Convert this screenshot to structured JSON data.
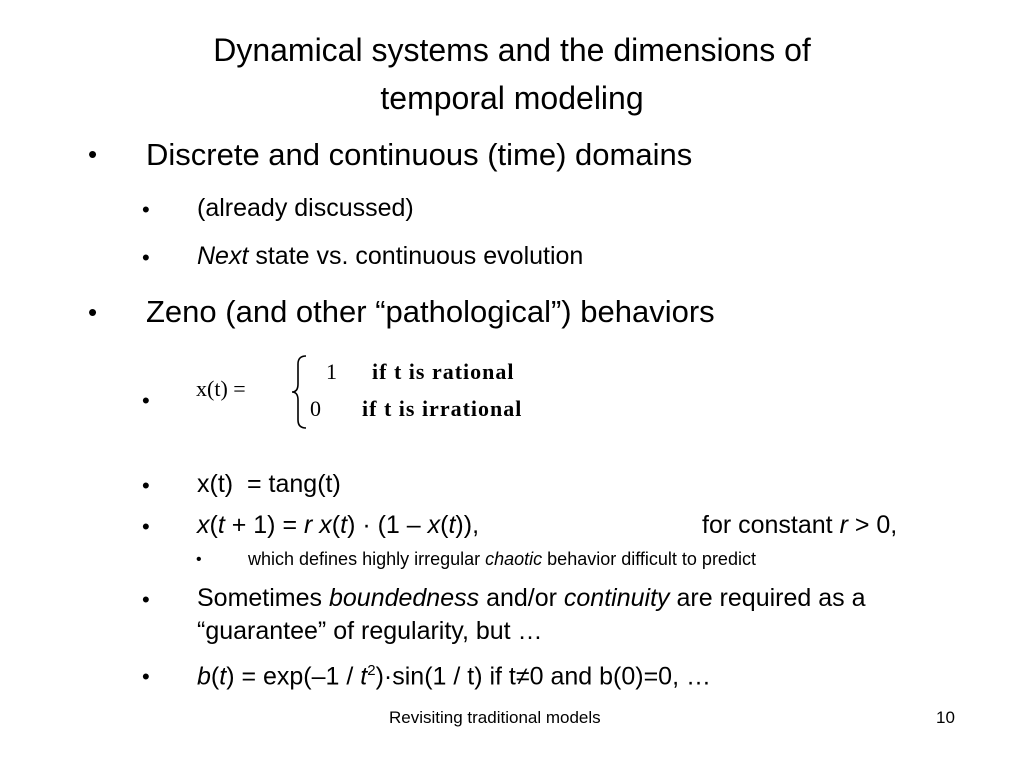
{
  "slide": {
    "title_line1": "Dynamical systems and the dimensions of",
    "title_line2": "temporal modeling",
    "bullet_char": "•",
    "level1": [
      "Discrete and continuous (time) domains",
      "Zeno (and other “pathological”) behaviors"
    ],
    "sub1": {
      "item1": "(already discussed)",
      "item2_italic": "Next",
      "item2_rest": " state vs. continuous evolution"
    },
    "formula": {
      "lhs": "x(t) =",
      "case1_value": "1",
      "case1_text": "if t is rational",
      "case2_value": "0",
      "case2_text": "if t is irrational"
    },
    "sub2": {
      "tang": "x(t)  = tang(t)",
      "logistic": {
        "x1": "x",
        "p1": "(",
        "t1": "t",
        "p2": " + 1) = ",
        "r1": "r",
        "sp": " ",
        "x2": "x",
        "p3": "(",
        "t2": "t",
        "p4": ") · (1 – ",
        "x3": "x",
        "p5": "(",
        "t3": "t",
        "p6": ")),",
        "c1": "for constant ",
        "r2": "r",
        "c2": " > 0,"
      },
      "chaotic": {
        "pre": "which defines highly irregular ",
        "italic": "chaotic",
        "post": " behavior difficult to predict"
      },
      "sometimes": {
        "a": "Sometimes ",
        "b_italic": "boundedness",
        "c": " and/or ",
        "d_italic": "continuity",
        "e": " are required as a",
        "line2": "“guarantee” of regularity, but …"
      },
      "bfunc": {
        "b": "b",
        "p1": "(",
        "t1": "t",
        "p2": ") = exp(–1 / ",
        "t2": "t",
        "sup": "2",
        "rest": ")·sin(1 / t) if t≠0 and b(0)=0, …"
      }
    },
    "footer_center": "Revisiting traditional models",
    "page_number": "10"
  }
}
